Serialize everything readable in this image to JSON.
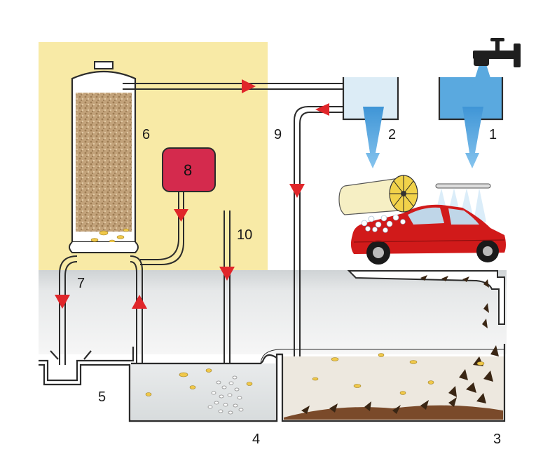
{
  "labels": {
    "l1": "1",
    "l2": "2",
    "l3": "3",
    "l4": "4",
    "l5": "5",
    "l6": "6",
    "l7": "7",
    "l8": "8",
    "l9": "9",
    "l10": "10"
  },
  "colors": {
    "yellow_panel": "#f8eaa6",
    "grey_floor": "#d9dcdd",
    "pipe": "#2b2b2b",
    "arrow_red": "#e0262a",
    "water_blue": "#5aa9df",
    "box_red": "#d42a4d",
    "car_red": "#d11a1a"
  },
  "icons": {
    "tap": "water-tap-icon",
    "car": "car-icon",
    "brush": "roller-brush-icon",
    "spray": "spray-bar-icon"
  }
}
